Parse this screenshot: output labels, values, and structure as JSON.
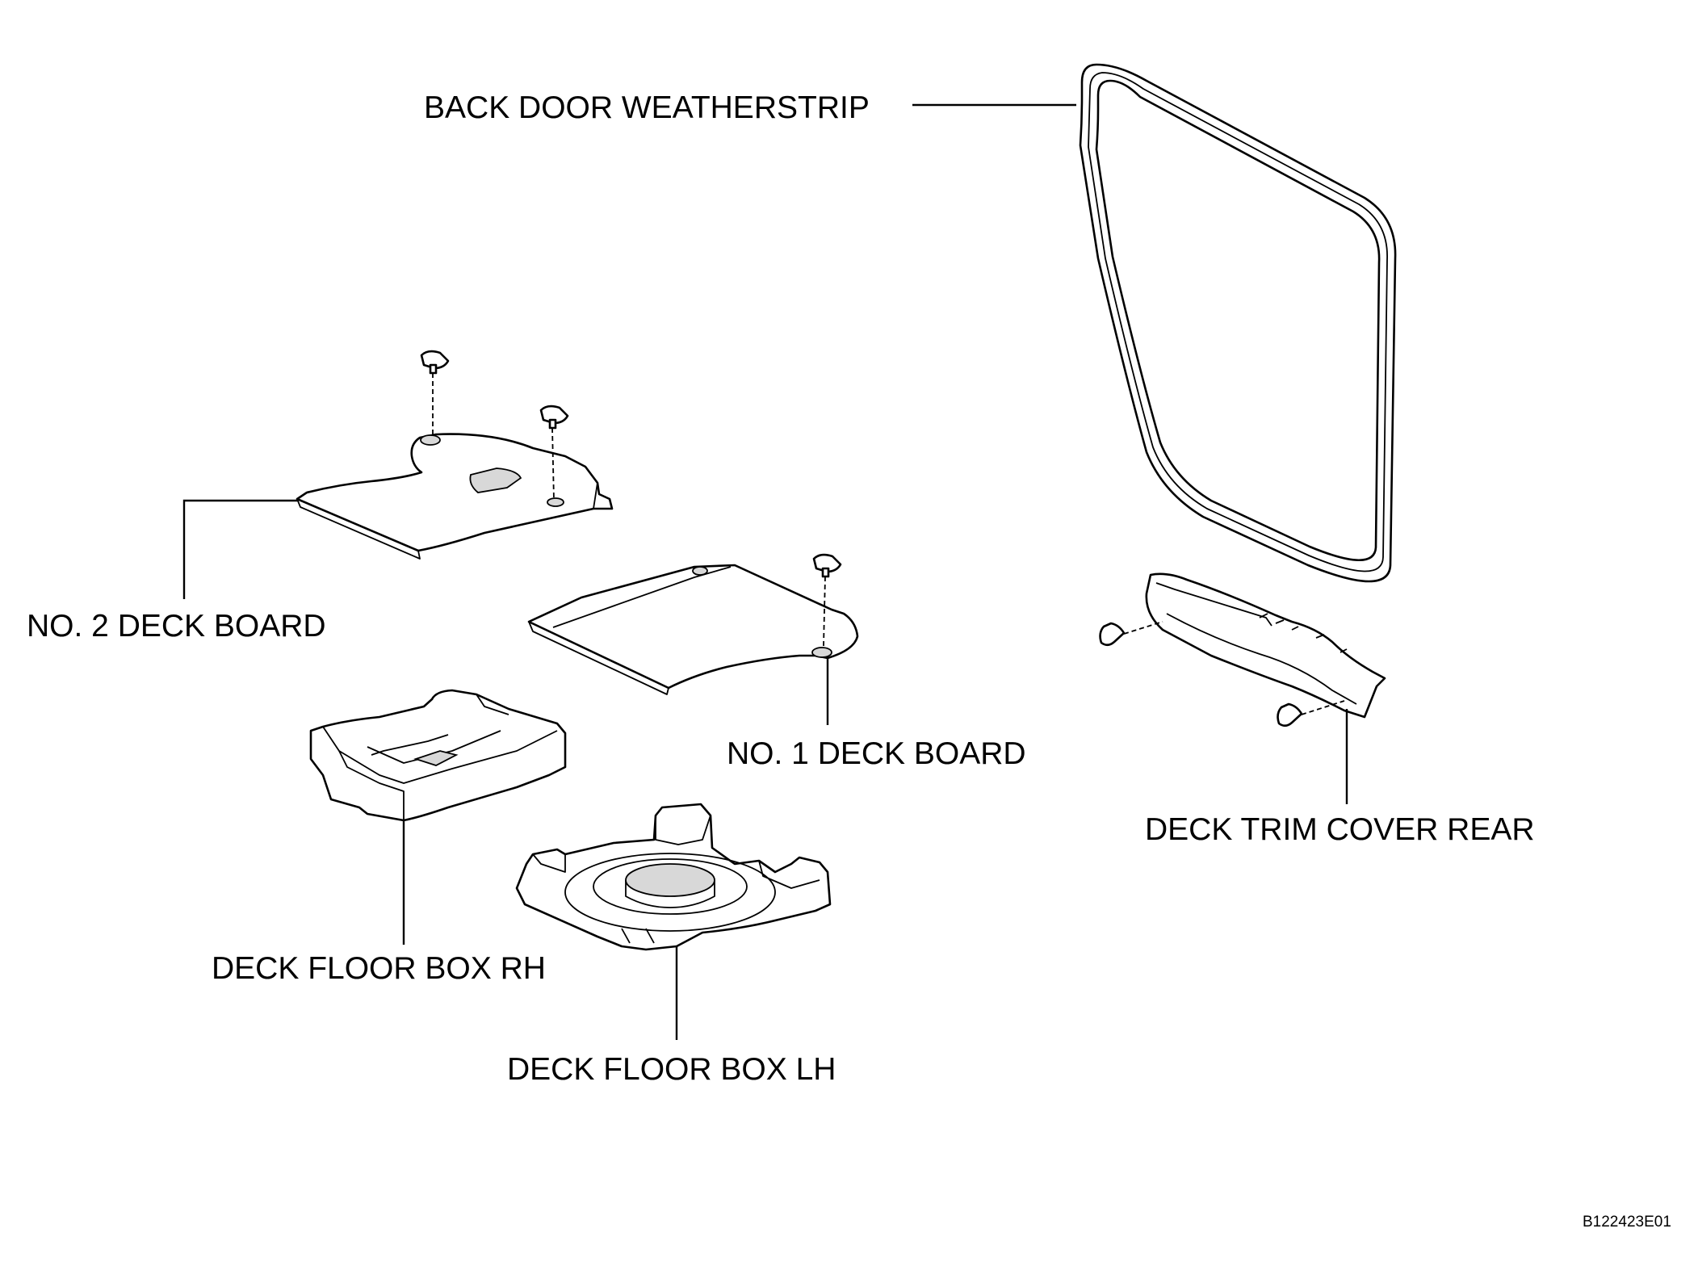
{
  "diagram": {
    "labels": {
      "back_door_weatherstrip": "BACK DOOR WEATHERSTRIP",
      "no2_deck_board": "NO. 2 DECK BOARD",
      "no1_deck_board": "NO. 1 DECK BOARD",
      "deck_trim_cover_rear": "DECK TRIM COVER REAR",
      "deck_floor_box_rh": "DECK FLOOR BOX RH",
      "deck_floor_box_lh": "DECK FLOOR BOX LH"
    },
    "figure_code": "B122423E01",
    "colors": {
      "line": "#000000",
      "background": "#ffffff"
    }
  }
}
